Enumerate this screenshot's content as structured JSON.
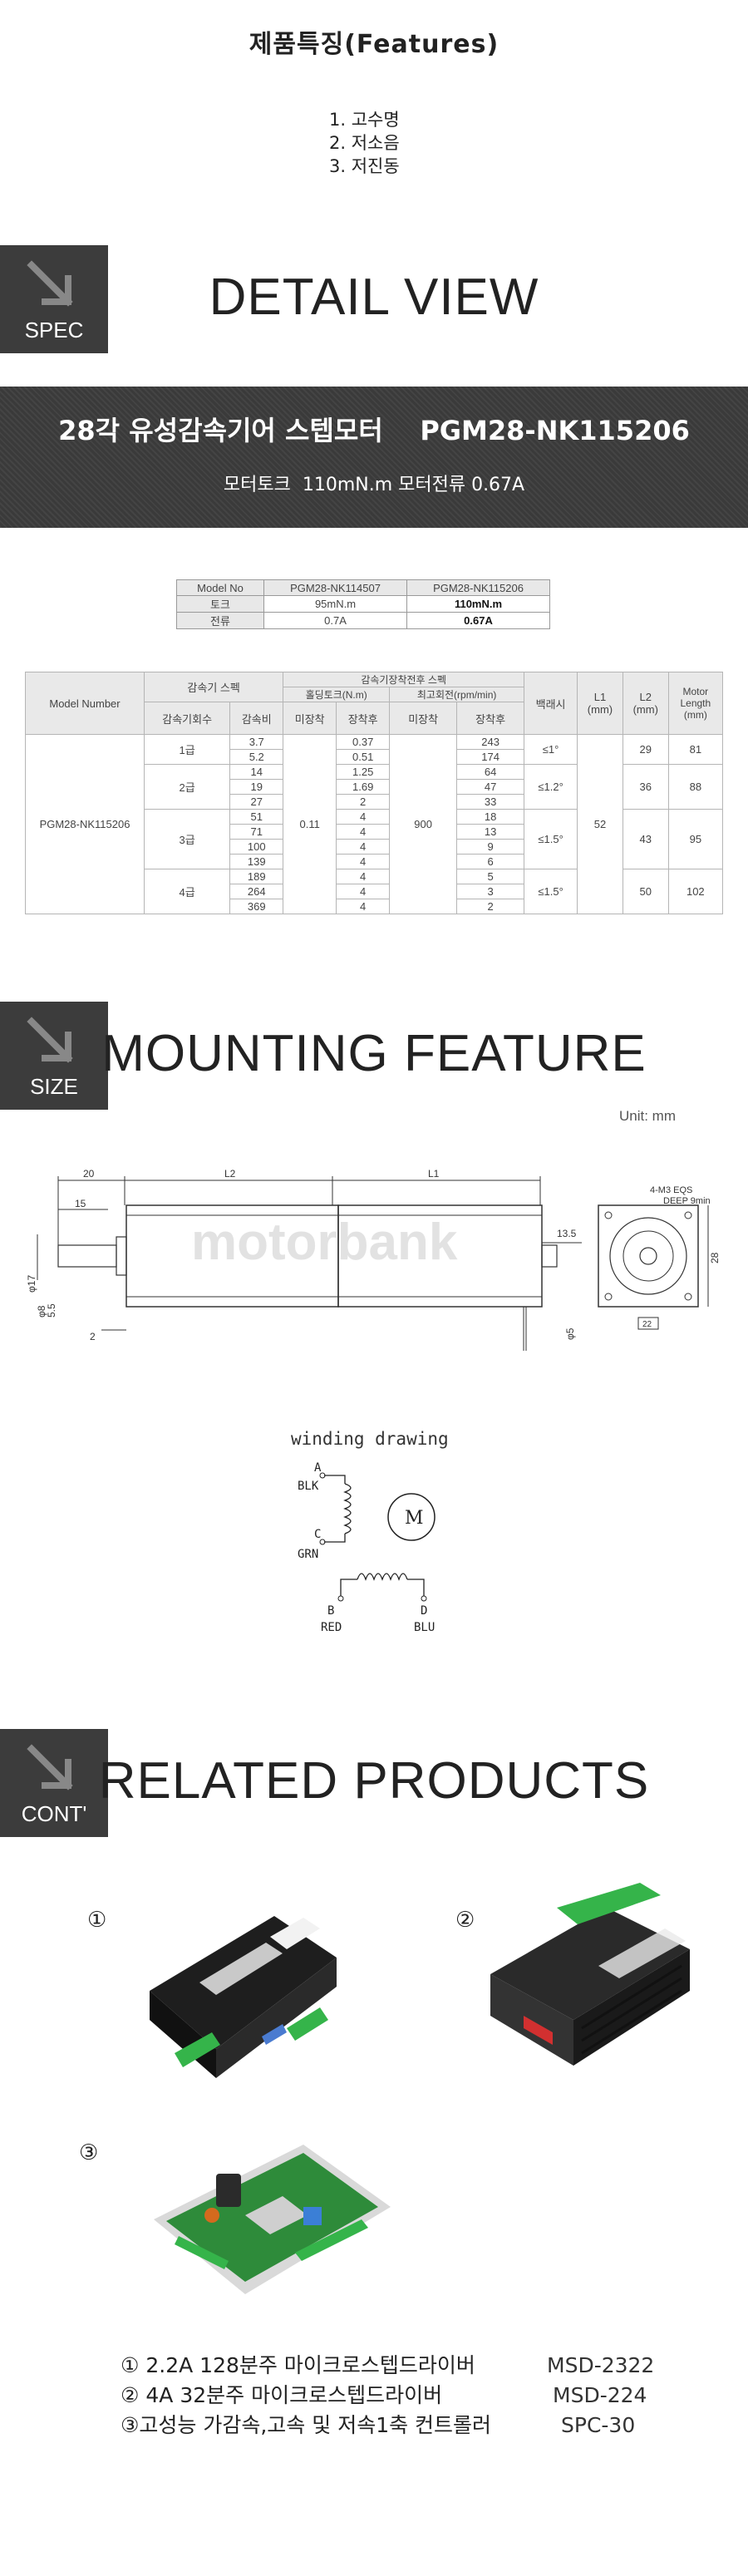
{
  "features": {
    "title": "제품특징(Features)",
    "items": [
      "1. 고수명",
      "2. 저소음",
      "3. 저진동"
    ]
  },
  "spec_section": {
    "badge": "SPEC",
    "title": "DETAIL VIEW"
  },
  "banner": {
    "title": "28각 유성감속기어 스텝모터    PGM28-NK115206",
    "subtitle": "모터토크  110mN.m 모터전류 0.67A"
  },
  "compare_table": {
    "rows": [
      [
        "Model No",
        "PGM28-NK114507",
        "PGM28-NK115206"
      ],
      [
        "토크",
        "95mN.m",
        "110mN.m"
      ],
      [
        "전류",
        "0.7A",
        "0.67A"
      ]
    ]
  },
  "spec_table": {
    "head": {
      "model_number": "Model Number",
      "reducer_spec": "감속기 스펙",
      "after_spec": "감속기장착전후 스펙",
      "holding_torque": "홀딩토크(N.m)",
      "max_speed": "최고회전(rpm/min)",
      "backlash": "백래시",
      "l1": "L1\n(mm)",
      "l2": "L2\n(mm)",
      "motor_length": "Motor\nLength\n(mm)",
      "stages": "감속기회수",
      "ratio": "감속비",
      "before": "미장착",
      "after": "장착후",
      "before2": "미장착",
      "after2": "장착후"
    },
    "model": "PGM28-NK115206",
    "holding_before": "0.11",
    "speed_before": "900",
    "l1": "52",
    "groups": [
      {
        "stage": "1급",
        "backlash": "≤1°",
        "l2": "29",
        "length": "81",
        "rows": [
          [
            "3.7",
            "0.37",
            "243"
          ],
          [
            "5.2",
            "0.51",
            "174"
          ]
        ]
      },
      {
        "stage": "2급",
        "backlash": "≤1.2°",
        "l2": "36",
        "length": "88",
        "rows": [
          [
            "14",
            "1.25",
            "64"
          ],
          [
            "19",
            "1.69",
            "47"
          ],
          [
            "27",
            "2",
            "33"
          ]
        ]
      },
      {
        "stage": "3급",
        "backlash": "≤1.5°",
        "l2": "43",
        "length": "95",
        "rows": [
          [
            "51",
            "4",
            "18"
          ],
          [
            "71",
            "4",
            "13"
          ],
          [
            "100",
            "4",
            "9"
          ],
          [
            "139",
            "4",
            "6"
          ]
        ]
      },
      {
        "stage": "4급",
        "backlash": "≤1.5°",
        "l2": "50",
        "length": "102",
        "rows": [
          [
            "189",
            "4",
            "5"
          ],
          [
            "264",
            "4",
            "3"
          ],
          [
            "369",
            "4",
            "2"
          ]
        ]
      }
    ]
  },
  "size_section": {
    "badge": "SIZE",
    "title": "MOUNTING FEATURE",
    "unit": "Unit: mm"
  },
  "drawing": {
    "dim_20": "20",
    "dim_15": "15",
    "dim_l2": "L2",
    "dim_l1": "L1",
    "dim_135": "13.5",
    "dim_2": "2",
    "dim_28": "28",
    "note_m3": "4-M3 EQS",
    "note_deep": "DEEP 9min",
    "box_22": "22",
    "dia_17": "φ17",
    "dia_8": "φ8",
    "dia_55": "5.5",
    "dia_5": "φ5",
    "watermark": "motorbank"
  },
  "winding": {
    "title": "winding drawing",
    "motor": "M",
    "labels": [
      "A",
      "BLK",
      "C",
      "GRN",
      "B",
      "RED",
      "D",
      "BLU"
    ]
  },
  "cont_section": {
    "badge": "CONT'",
    "title": "RELATED PRODUCTS"
  },
  "products": {
    "markers": [
      "①",
      "②",
      "③"
    ],
    "items": [
      {
        "name": "① 2.2A 128분주 마이크로스텝드라이버",
        "model": "MSD-2322"
      },
      {
        "name": "② 4A 32분주 마이크로스텝드라이버",
        "model": "MSD-224"
      },
      {
        "name": "③고성능 가감속,고속 및 저속1축 컨트롤러",
        "model": "SPC-30"
      }
    ]
  },
  "colors": {
    "badge": "#3c3c3c",
    "banner": "#3a3a3a",
    "pcb_green": "#2e8b3a",
    "terminal_green": "#35b44a"
  }
}
